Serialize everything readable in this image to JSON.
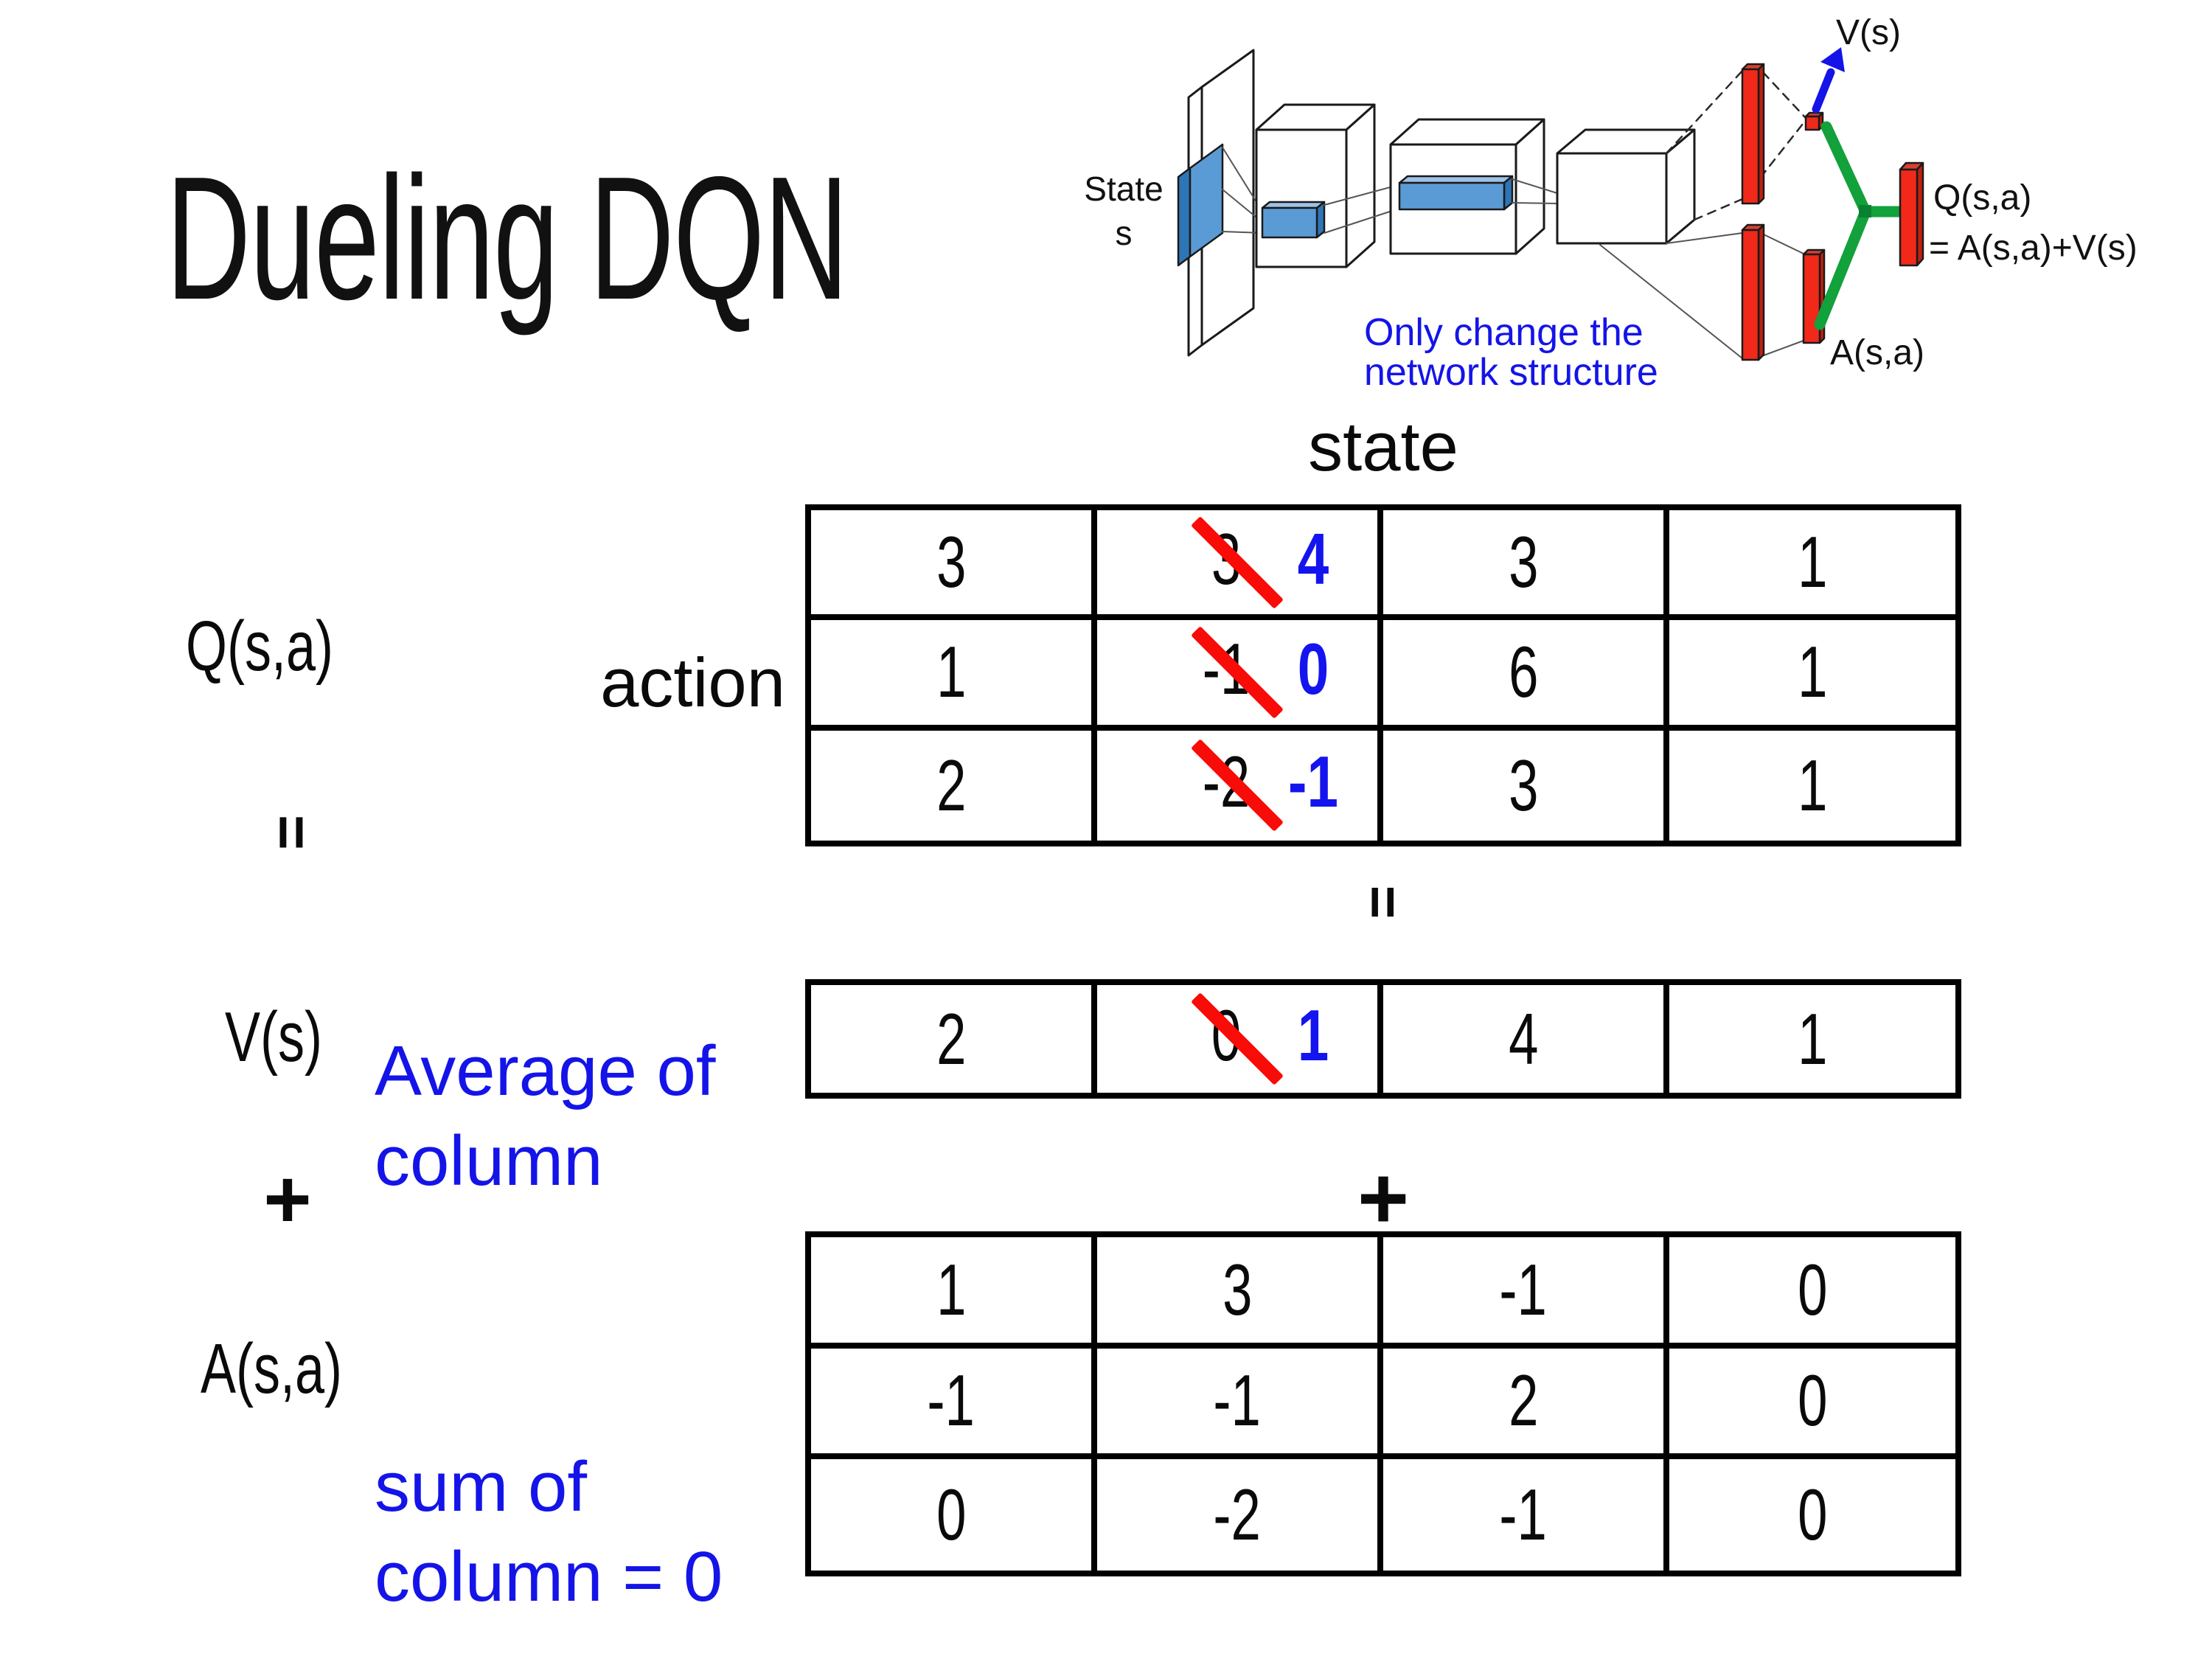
{
  "slide": {
    "title": "Dueling DQN"
  },
  "colors": {
    "accent_blue": "#1414e8",
    "bold_value_blue": "#1414ef",
    "strike_red": "#f90b07",
    "bar_red": "#f0291a",
    "merge_green": "#12a13b",
    "feature_blue": "#5b9bd5"
  },
  "diagram": {
    "input_label_line1": "State",
    "input_label_line2": "s",
    "v_output_label": "V(s)",
    "a_output_label": "A(s,a)",
    "q_output_line1": "Q(s,a)",
    "q_output_line2": "= A(s,a)+V(s)",
    "note_line1": "Only change the",
    "note_line2": "network structure"
  },
  "equation": {
    "q_label": "Q(s,a)",
    "equals_left": "=",
    "v_label": "V(s)",
    "plus_left": "+",
    "a_label": "A(s,a)",
    "v_note_line1": "Average of",
    "v_note_line2": "column",
    "a_note_line1": "sum of",
    "a_note_line2": "column = 0",
    "equals_mid": "=",
    "plus_mid": "+"
  },
  "axes": {
    "state": "state",
    "action": "action"
  },
  "q_table": {
    "rows": [
      {
        "c0": "3",
        "old": "3",
        "new": "4",
        "c2": "3",
        "c3": "1"
      },
      {
        "c0": "1",
        "old": "-1",
        "new": "0",
        "c2": "6",
        "c3": "1"
      },
      {
        "c0": "2",
        "old": "-2",
        "new": "-1",
        "c2": "3",
        "c3": "1"
      }
    ]
  },
  "v_table": {
    "row": {
      "c0": "2",
      "old": "0",
      "new": "1",
      "c2": "4",
      "c3": "1"
    }
  },
  "a_table": {
    "rows": [
      [
        "1",
        "3",
        "-1",
        "0"
      ],
      [
        "-1",
        "-1",
        "2",
        "0"
      ],
      [
        "0",
        "-2",
        "-1",
        "0"
      ]
    ]
  }
}
